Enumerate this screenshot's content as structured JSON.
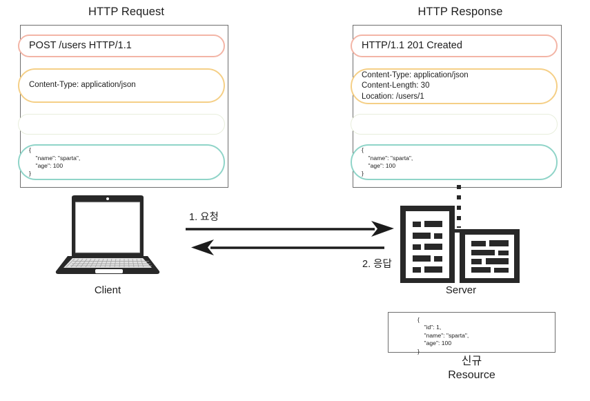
{
  "diagram": {
    "request_panel": {
      "title": "HTTP Request",
      "start_line": "POST /users HTTP/1.1",
      "headers": "Content-Type: application/json",
      "blank_line": "",
      "body": "{\n    \"name\": \"sparta\",\n    \"age\": 100\n}"
    },
    "response_panel": {
      "title": "HTTP Response",
      "start_line": "HTTP/1.1 201 Created",
      "headers": "Content-Type: application/json\nContent-Length: 30\nLocation: /users/1",
      "blank_line": "",
      "body": "{\n    \"name\": \"sparta\",\n    \"age\": 100\n}"
    },
    "client": {
      "label": "Client",
      "icon": "laptop-icon"
    },
    "server": {
      "label": "Server",
      "icon": "server-rack-icon"
    },
    "arrows": {
      "request_label": "1. 요청",
      "response_label": "2. 응답"
    },
    "resource": {
      "json": "{\n    \"id\": 1,\n    \"name\": \"sparta\",\n    \"age\": 100\n}",
      "label_line1": "신규",
      "label_line2": "Resource"
    },
    "colors": {
      "start_line_border": "#f3b5a6",
      "headers_border": "#f5cf86",
      "blank_border": "#e8eedc",
      "body_border": "#8fd4c8",
      "panel_border": "#6d6d6d",
      "ink": "#282828",
      "background": "#ffffff"
    }
  }
}
